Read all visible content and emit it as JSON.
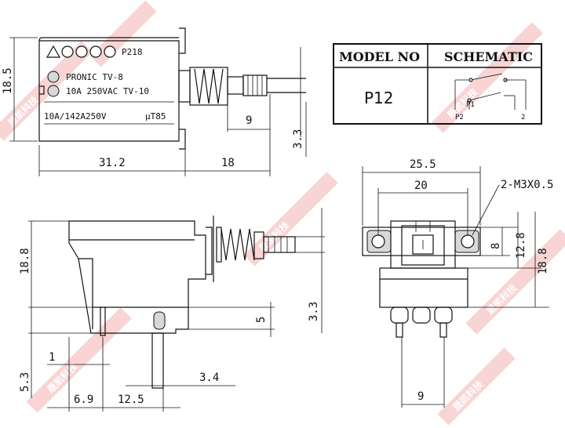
{
  "table": {
    "header_model": "MODEL NO",
    "header_schematic": "SCHEMATIC",
    "model_value": "P12",
    "schematic_p1": "P1",
    "schematic_p2": "P2",
    "schematic_2": "2"
  },
  "label": {
    "code": "P218",
    "brand": "PRONIC  TV-8",
    "rating": "10A 250VAC TV-10",
    "rating2": "10A/142A250V",
    "temp": "μT85"
  },
  "dimensions": {
    "d_18_5": "18.5",
    "d_9_top": "9",
    "d_3_3_top": "3.3",
    "d_31_2": "31.2",
    "d_18": "18",
    "d_25_5": "25.5",
    "d_20": "20",
    "d_m3": "2-M3X0.5",
    "d_8": "8",
    "d_12_8": "12.8",
    "d_18_8_right": "18.8",
    "d_18_8_left": "18.8",
    "d_3_3_mid": "3.3",
    "d_5": "5",
    "d_1": "1",
    "d_5_3": "5.3",
    "d_3_4": "3.4",
    "d_6_9": "6.9",
    "d_12_5": "12.5",
    "d_9_bottom": "9"
  },
  "watermark": {
    "text": "晟凯科技"
  }
}
